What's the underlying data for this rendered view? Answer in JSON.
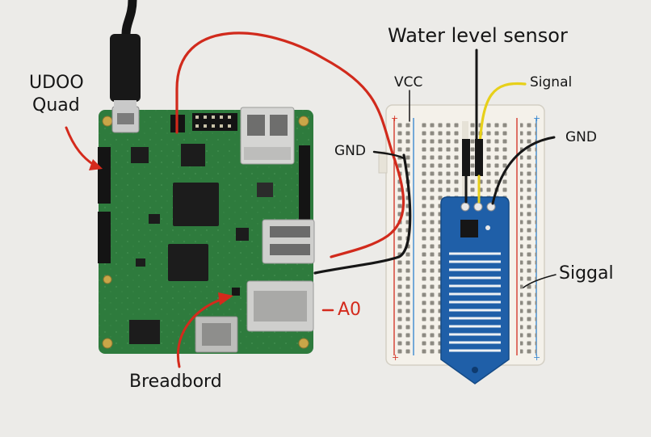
{
  "labels": {
    "title": "Water level sensor",
    "board_name_line1": "UDOO",
    "board_name_line2": "Quad",
    "vcc": "VCC",
    "gnd_left": "GND",
    "signal": "Signal",
    "gnd_right": "GND",
    "siggal": "Siggal",
    "a0": "A0",
    "breadbord": "Breadbord"
  },
  "colors": {
    "background": "#ecebe8",
    "pcb": "#2e7b3d",
    "breadboard": "#f4f1ea",
    "sensor": "#1f5fa8",
    "wire_red": "#d12a1c",
    "wire_black": "#161616",
    "wire_yellow": "#e7d01a",
    "annotation_red": "#d42a1c"
  }
}
